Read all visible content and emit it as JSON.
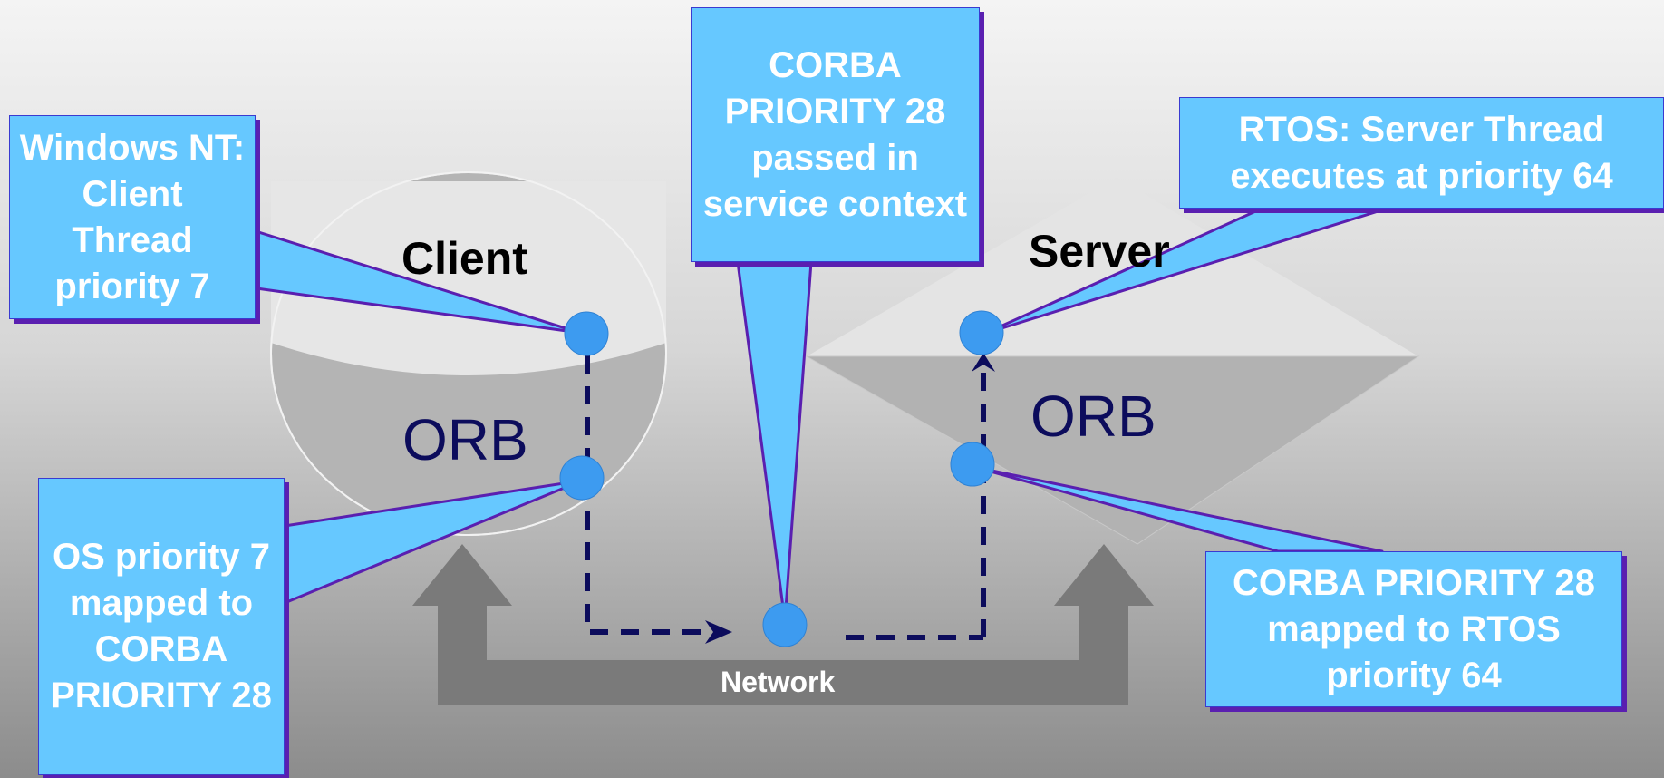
{
  "colors": {
    "callout_fill": "#66c8ff",
    "callout_shadow": "#5a1fb0",
    "dot": "#3d9bf0",
    "path": "#0c0c5c",
    "arrow_block": "#7a7a7a"
  },
  "labels": {
    "client": "Client",
    "server": "Server",
    "orb_client": "ORB",
    "orb_server": "ORB",
    "network": "Network"
  },
  "callouts": {
    "client_thread": "Windows NT:  Client Thread priority 7",
    "os_mapping": "OS priority 7 mapped to CORBA PRIORITY 28",
    "service_context": "CORBA PRIORITY 28 passed in service context",
    "server_thread": "RTOS:  Server Thread executes at  priority 64",
    "rtos_mapping": "CORBA PRIORITY 28 mapped to RTOS priority 64"
  }
}
